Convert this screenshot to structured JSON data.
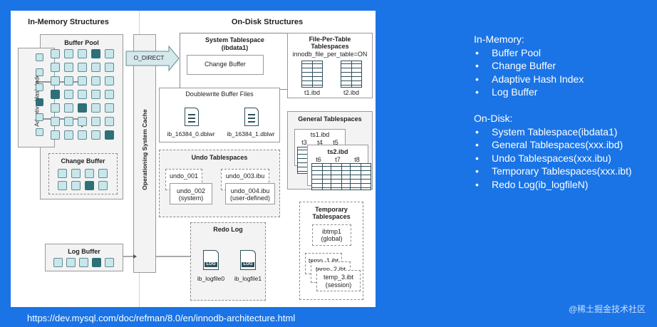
{
  "diagram": {
    "in_memory_title": "In-Memory Structures",
    "on_disk_title": "On-Disk Structures",
    "buffer_pool": "Buffer Pool",
    "adaptive_hash_index": "Adaptive Hash Index",
    "change_buffer_mem": "Change Buffer",
    "log_buffer": "Log Buffer",
    "os_cache": "Operationing System Cache",
    "o_direct": "O_DIRECT",
    "system_tablespace_title": "System Tablespace",
    "system_tablespace_sub": "(ibdata1)",
    "change_buffer_disk": "Change Buffer",
    "file_per_table_title1": "File-Per-Table",
    "file_per_table_title2": "Tablespaces",
    "file_per_table_var": "innodb_file_per_table=ON",
    "t1": "t1.ibd",
    "t2": "t2.ibd",
    "doublewrite_title": "Doublewrite Buffer Files",
    "dblwr0": "ib_16384_0.dblwr",
    "dblwr1": "ib_16384_1.dblwr",
    "general_title": "General Tablespaces",
    "ts1": "ts1.ibd",
    "ts2": "ts2.ibd",
    "gt3": "t3",
    "gt4": "t4",
    "gt5": "t5",
    "gt6": "t6",
    "gt7": "t7",
    "gt8": "t8",
    "undo_title": "Undo Tablespaces",
    "undo_001": "undo_001",
    "undo_002": "undo_002",
    "undo_002_sub": "(system)",
    "undo_003": "undo_003.ibu",
    "undo_004": "undo_004.ibu",
    "undo_004_sub": "(user-defined)",
    "temp_title1": "Temporary",
    "temp_title2": "Tablespaces",
    "ibtmp1": "ibtmp1",
    "ibtmp1_sub": "(global)",
    "temp1": "temp_1.ibt",
    "temp2": "temp_2.ibt",
    "temp3": "temp_3.ibt",
    "temp3_sub": "(session)",
    "redo_title": "Redo Log",
    "log_icon": "LOG",
    "logfile0": "ib_logfile0",
    "logfile1": "ib_logfile1"
  },
  "summary": {
    "in_memory_heading": "In-Memory:",
    "in_memory_items": [
      "Buffer Pool",
      "Change Buffer",
      "Adaptive Hash Index",
      "Log Buffer"
    ],
    "on_disk_heading": "On-Disk:",
    "on_disk_items": [
      "System Tablespace(ibdata1)",
      "General Tablespaces(xxx.ibd)",
      "Undo Tablespaces(xxx.ibu)",
      "Temporary Tablespaces(xxx.ibt)",
      "Redo Log(ib_logfileN)"
    ]
  },
  "source_url": "https://dev.mysql.com/doc/refman/8.0/en/innodb-architecture.html",
  "watermark": "@稀土掘金技术社区",
  "colors": {
    "background": "#1a74e6",
    "cell_light": "#c9e6ea",
    "cell_dark": "#2e6f78"
  },
  "icons": [
    "arrow-right-icon",
    "document-icon",
    "table-icon",
    "log-file-icon"
  ]
}
